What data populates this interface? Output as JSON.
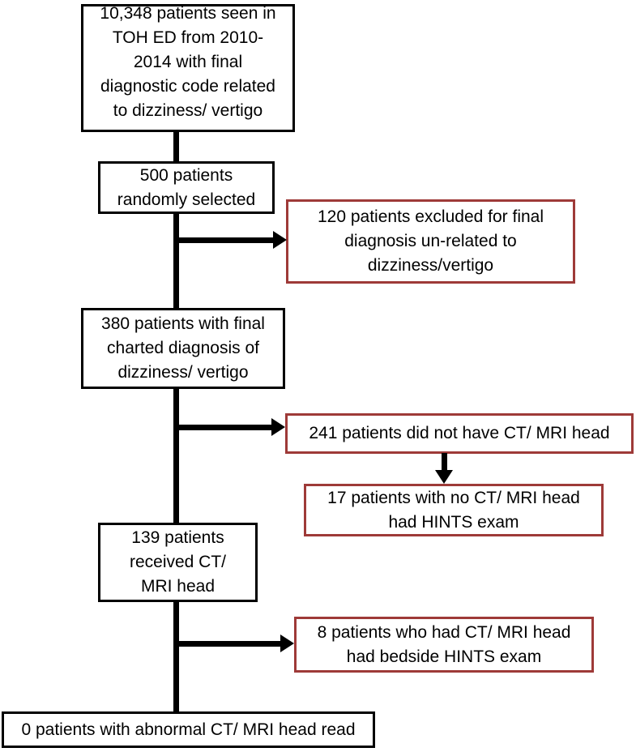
{
  "figure": {
    "type": "patient-flow-diagram"
  },
  "colors": {
    "node_border": "#000000",
    "excluded_border": "#9e3a38",
    "connector": "#000000",
    "text": "#000000",
    "bg": "#ffffff"
  },
  "nodes": {
    "cohort": {
      "text": "10,348 patients seen in\nTOH ED from 2010-\n2014 with final\ndiagnostic code related\nto dizziness/ vertigo"
    },
    "random_sample": {
      "text": "500 patients\nrandomly selected"
    },
    "excluded_unrelated": {
      "text": "120 patients excluded for final\ndiagnosis un-related to\ndizziness/vertigo"
    },
    "charted_diagnosis": {
      "text": "380 patients with final\ncharted diagnosis of\ndizziness/ vertigo"
    },
    "no_imaging": {
      "text": "241 patients did not have CT/ MRI head"
    },
    "no_imaging_hints": {
      "text": "17 patients with no CT/ MRI head\nhad HINTS exam"
    },
    "received_imaging": {
      "text": "139 patients\nreceived CT/\nMRI head"
    },
    "imaging_hints": {
      "text": "8 patients who had CT/ MRI head\nhad bedside HINTS exam"
    },
    "abnormal_imaging": {
      "text": "0 patients with abnormal CT/ MRI head read"
    }
  }
}
